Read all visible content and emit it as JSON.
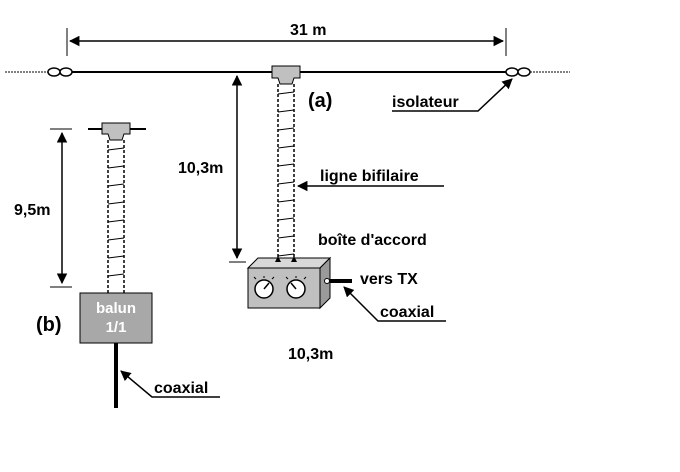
{
  "labels": {
    "span": "31 m",
    "antenna_a": "(a)",
    "insulator": "isolateur",
    "height_a": "10,3m",
    "twin_lead": "ligne bifilaire",
    "tuner": "boîte d'accord",
    "to_tx": "vers TX",
    "coax_a": "coaxial",
    "feeder_length": "10,3m",
    "height_b": "9,5m",
    "antenna_b": "(b)",
    "balun_line1": "balun",
    "balun_line2": "1/1",
    "coax_b": "coaxial"
  },
  "colors": {
    "line": "#000000",
    "box_fill": "#c0c0c0",
    "balun_fill": "#a8a8a8",
    "background": "#ffffff"
  }
}
